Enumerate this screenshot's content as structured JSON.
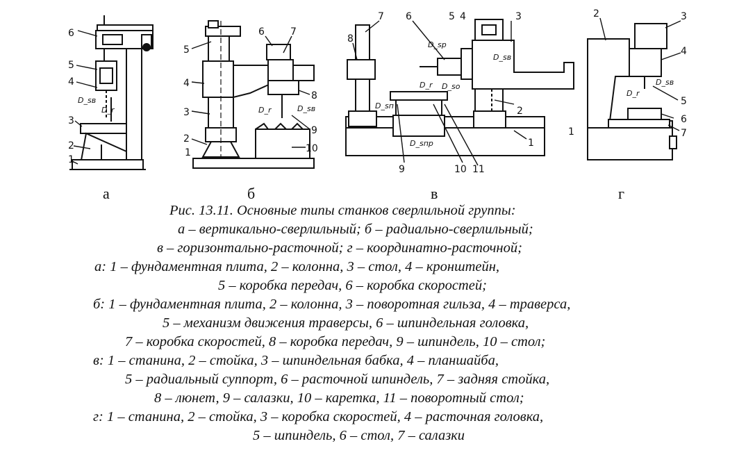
{
  "figure": {
    "subfig_labels": [
      "а",
      "б",
      "в",
      "г"
    ],
    "a": {
      "callouts": [
        "6",
        "5",
        "4",
        "3",
        "2",
        "1"
      ],
      "motion": [
        "D_sв",
        "D_r"
      ]
    },
    "b": {
      "callouts": [
        "5",
        "4",
        "3",
        "2",
        "1",
        "6",
        "7",
        "8",
        "9",
        "10"
      ],
      "motion": [
        "D_sв",
        "D_r"
      ]
    },
    "v": {
      "callouts": [
        "7",
        "8",
        "6",
        "5",
        "4",
        "3",
        "2",
        "1",
        "9",
        "10",
        "11"
      ],
      "motion": [
        "D_sр",
        "D_sв",
        "D_r",
        "D_sп",
        "D_sо",
        "D_sпр"
      ]
    },
    "g": {
      "callouts": [
        "2",
        "3",
        "4",
        "5",
        "6",
        "7",
        "1"
      ],
      "motion": [
        "D_sв",
        "D_r"
      ]
    }
  },
  "caption": {
    "lines": [
      "Рис. 13.11. Основные типы станков сверлильной группы:",
      "а – вертикально-сверлильный;   б – радиально-сверлильный;",
      "в – горизонтально-расточной;   г – координатно-расточной;",
      "а: 1 – фундаментная плита, 2 – колонна, 3 – стол, 4 – кронштейн,",
      "5 – коробка передач, 6 – коробка скоростей;",
      "б: 1 – фундаментная плита, 2 – колонна, 3 – поворотная гильза, 4 – траверса,",
      "5 – механизм движения траверсы, 6 – шпиндельная головка,",
      "7 – коробка скоростей, 8 – коробка передач, 9 – шпиндель, 10 – стол;",
      "в: 1 – станина, 2 – стойка, 3 – шпиндельная бабка, 4 – планшайба,",
      "5 – радиальный суппорт, 6 – расточной шпиндель, 7 – задняя стойка,",
      "8 – люнет, 9 – салазки, 10 – каретка, 11 – поворотный стол;",
      "г: 1 – станина, 2 – стойка, 3 – коробка скоростей, 4 – расточная головка,",
      "5 – шпиндель, 6 – стол, 7 – салазки"
    ]
  }
}
